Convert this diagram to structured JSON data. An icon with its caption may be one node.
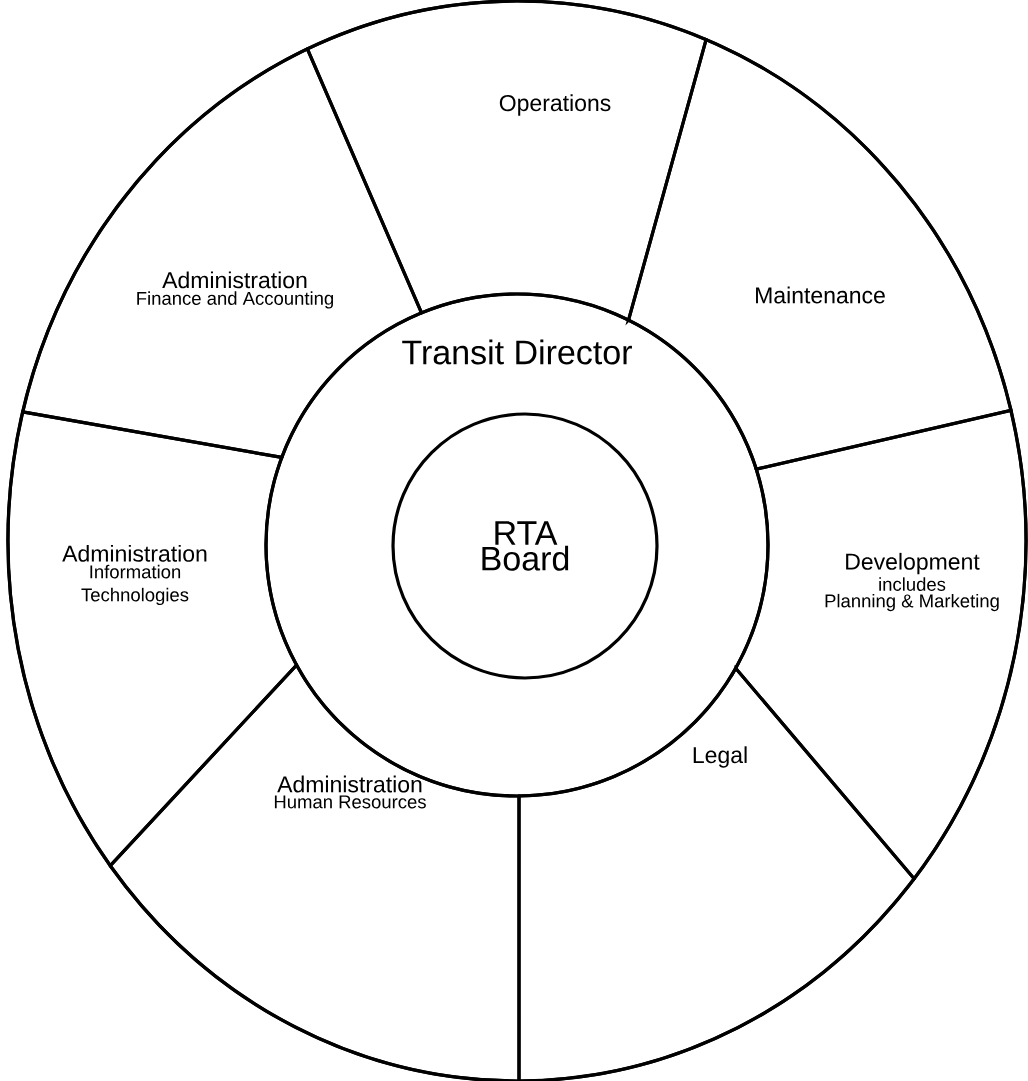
{
  "diagram": {
    "nodes": [
      {
        "text": [
          "Transit Director"
        ]
      },
      {
        "text": [
          "RTA Board"
        ],
        "in": 0
      },
      {
        "text": [
          "Operations"
        ]
      },
      {
        "text": [
          "Maintenance"
        ]
      },
      {
        "text": [
          "Development",
          "includes",
          "Planning & Marketing"
        ]
      },
      {
        "text": [
          "Legal"
        ]
      },
      {
        "text": [
          "Administration",
          "Human Resources"
        ]
      },
      {
        "text": [
          "Administration",
          "Information Technologies"
        ]
      },
      {
        "text": [
          "Administration",
          "Finance and Accounting"
        ]
      }
    ]
  }
}
